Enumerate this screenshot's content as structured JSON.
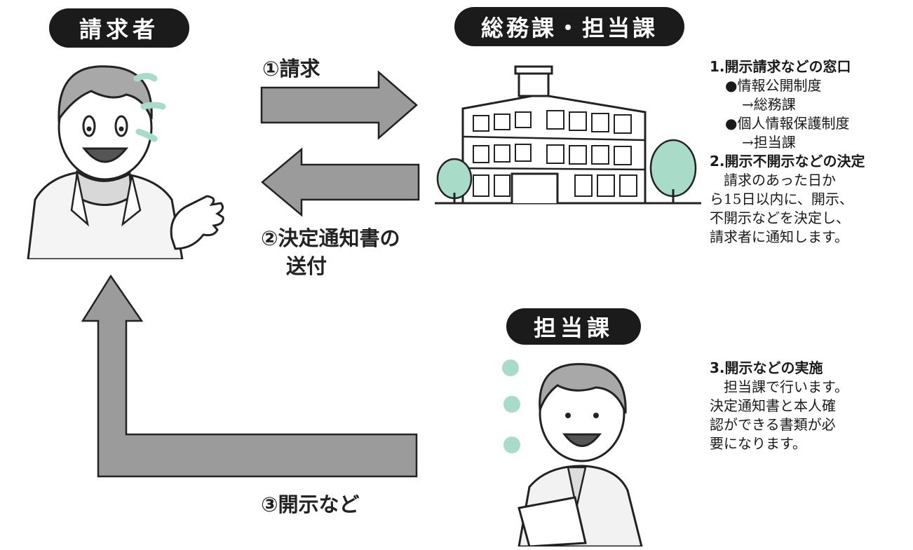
{
  "labels": {
    "requester": "請求者",
    "general_affairs": "総務課・担当課",
    "department": "担当課"
  },
  "flows": {
    "step1": "①請求",
    "step2_line1": "②決定通知書の",
    "step2_line2": "送付",
    "step3": "③開示など"
  },
  "notes": {
    "n1_title": "1.開示請求などの窓口",
    "n1_item1": "●情報公開制度",
    "n1_item1_sub": "→総務課",
    "n1_item2": "●個人情報保護制度",
    "n1_item2_sub": "→担当課",
    "n2_title": "2.開示不開示などの決定",
    "n2_lines": [
      "　請求のあった日か",
      "ら15日以内に、開示、",
      "不開示などを決定し、",
      "請求者に通知します。"
    ],
    "n3_title": "3.開示などの実施",
    "n3_lines": [
      "　担当課で行います。",
      "決定通知書と本人確",
      "認ができる書類が必",
      "要になります。"
    ]
  },
  "colors": {
    "pill_bg": "#1b1b1b",
    "arrow_fill": "#9b9b9b",
    "accent_green": "#a9dcc8"
  }
}
